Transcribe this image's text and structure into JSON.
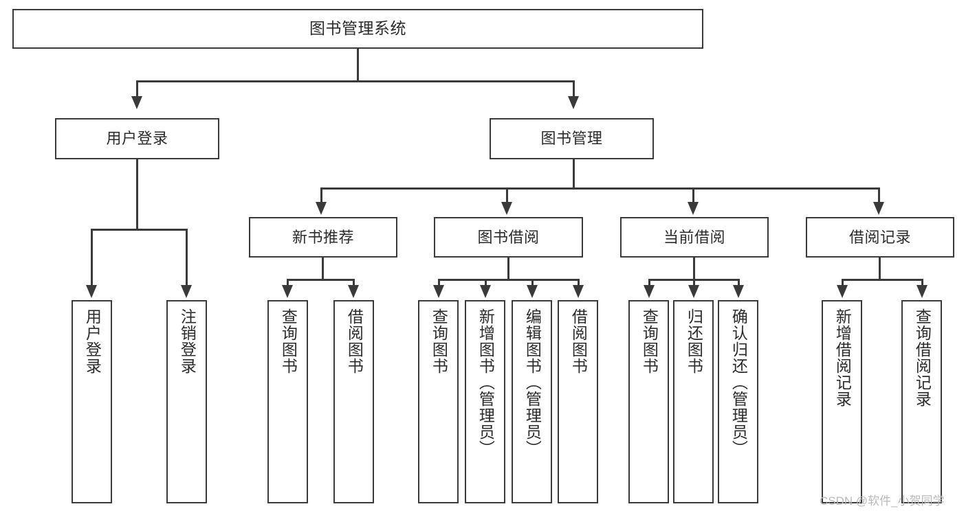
{
  "diagram": {
    "title": "图书管理系统",
    "type": "tree-hierarchy-diagram",
    "colors": {
      "stroke": "#3a3a3a",
      "text": "#2b2b2b",
      "background": "#ffffff",
      "watermark": "#b9b9b9"
    },
    "nodes": {
      "root": {
        "label": "图书管理系统"
      },
      "level1": [
        {
          "label": "用户登录"
        },
        {
          "label": "图书管理"
        }
      ],
      "level2": [
        {
          "label": "新书推荐"
        },
        {
          "label": "图书借阅"
        },
        {
          "label": "当前借阅"
        },
        {
          "label": "借阅记录"
        }
      ],
      "login_children": [
        {
          "label": "用户登录"
        },
        {
          "label": "注销登录"
        }
      ],
      "newbook_children": [
        {
          "label": "查询图书"
        },
        {
          "label": "借阅图书"
        }
      ],
      "borrow_children": [
        {
          "label": "查询图书"
        },
        {
          "label": "新增图书（管理员）"
        },
        {
          "label": "编辑图书（管理员）"
        },
        {
          "label": "借阅图书"
        }
      ],
      "current_children": [
        {
          "label": "查询图书"
        },
        {
          "label": "归还图书"
        },
        {
          "label": "确认归还（管理员）"
        }
      ],
      "record_children": [
        {
          "label": "新增借阅记录"
        },
        {
          "label": "查询借阅记录"
        }
      ]
    },
    "watermark": "CSDN @软件_小贺同学"
  }
}
